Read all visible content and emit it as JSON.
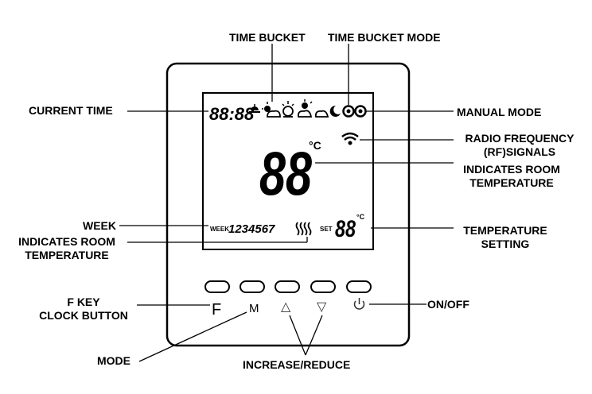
{
  "labels": {
    "time_bucket": "TIME BUCKET",
    "time_bucket_mode": "TIME BUCKET MODE",
    "current_time": "CURRENT TIME",
    "manual_mode": "MANUAL MODE",
    "radio_frequency_1": "RADIO FREQUENCY",
    "radio_frequency_2": "(RF)SIGNALS",
    "room_temp_right_1": "INDICATES ROOM",
    "room_temp_right_2": "TEMPERATURE",
    "week": "WEEK",
    "room_temp_left_1": "INDICATES ROOM",
    "room_temp_left_2": "TEMPERATURE",
    "temp_setting_1": "TEMPERATURE",
    "temp_setting_2": "SETTING",
    "fkey_1": "F KEY",
    "fkey_2": "CLOCK BUTTON",
    "on_off": "ON/OFF",
    "mode": "MODE",
    "increase_reduce": "INCREASE/REDUCE"
  },
  "display": {
    "clock": "88:88",
    "room_temp": "88",
    "room_unit": "°C",
    "week_prefix": "WEEK",
    "week_days": "1234567",
    "set_prefix": "SET",
    "set_temp": "88",
    "set_unit": "°C"
  },
  "keys": {
    "f": "F",
    "m": "M",
    "up": "△",
    "down": "▽",
    "power": "⏻"
  },
  "icons": [
    "sunrise-icon",
    "sun-cloud-icon",
    "sun-icon",
    "sun-cloud-icon",
    "moon-cloud-icon",
    "manual-hand-icon",
    "manual-hand-icon"
  ]
}
